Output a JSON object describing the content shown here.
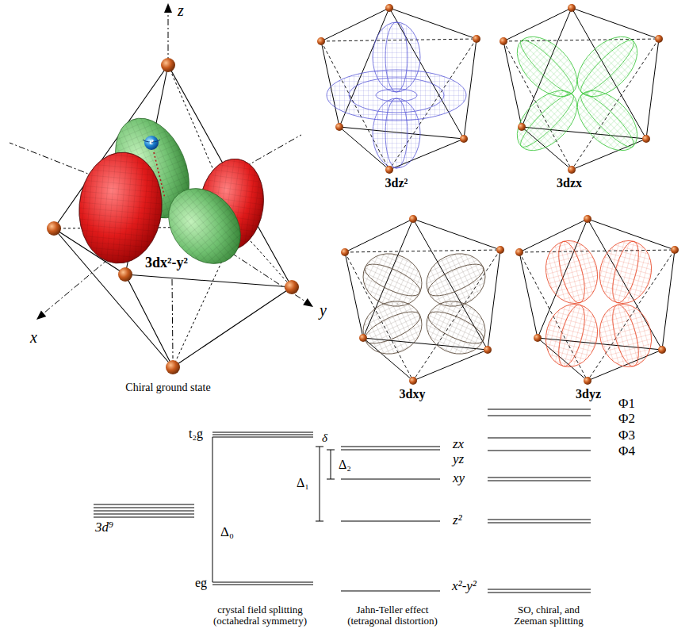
{
  "diagram": {
    "labels": [
      "z",
      "x",
      "y",
      "e",
      "3dx²-y²",
      "Chiral ground state",
      "3dz²",
      "3dzx",
      "3dxy",
      "3dyz",
      "3d⁹",
      "t₂g",
      "eg",
      "Δ₀",
      "δ",
      "Δ₁",
      "Δ₂",
      "zx",
      "yz",
      "xy",
      "z²",
      "x²-y²",
      "Φ1",
      "Φ2",
      "Φ3",
      "Φ4",
      "crystal field splitting (octahedral symmetry)",
      "Jahn-Teller effect (tetragonal distortion)",
      "SO, chiral, and Zeeman splitting"
    ]
  }
}
